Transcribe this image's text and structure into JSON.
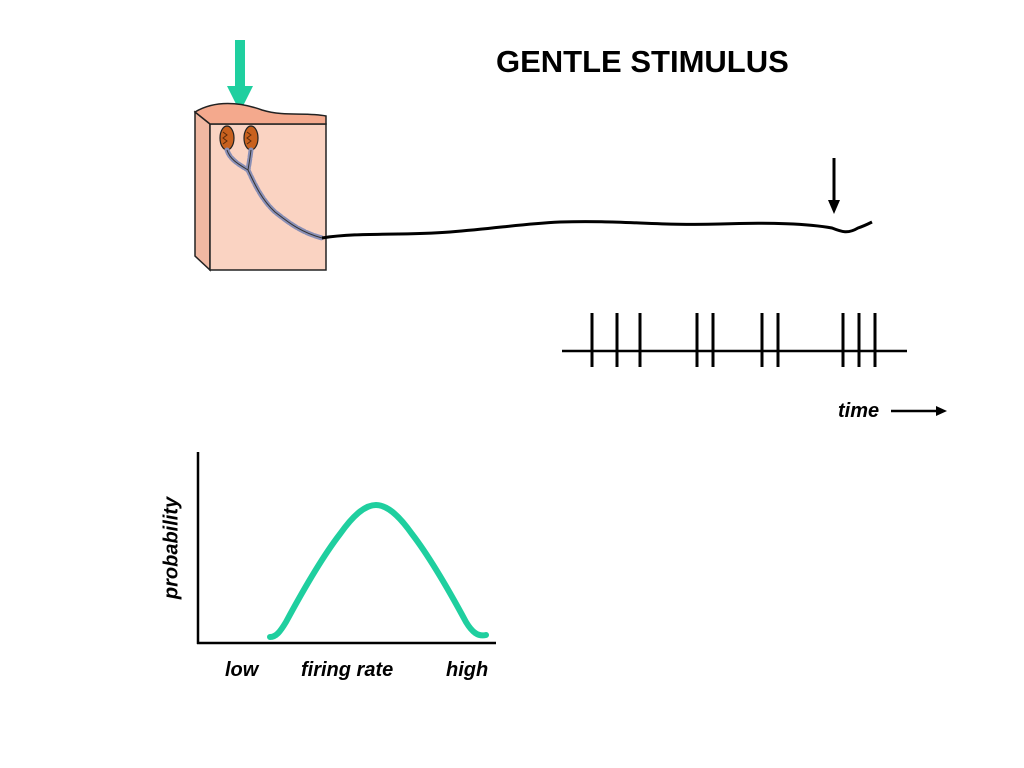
{
  "title": "GENTLE STIMULUS",
  "spike_train": {
    "time_label": "time"
  },
  "graph": {
    "ylabel": "probability",
    "x_low": "low",
    "x_mid": "firing rate",
    "x_high": "high"
  },
  "colors": {
    "accent": "#1fcf9f",
    "skin_top": "#f5b49a",
    "skin_side": "#f9cbb6",
    "receptor": "#c8611e",
    "nerve": "#8a8fb5"
  }
}
